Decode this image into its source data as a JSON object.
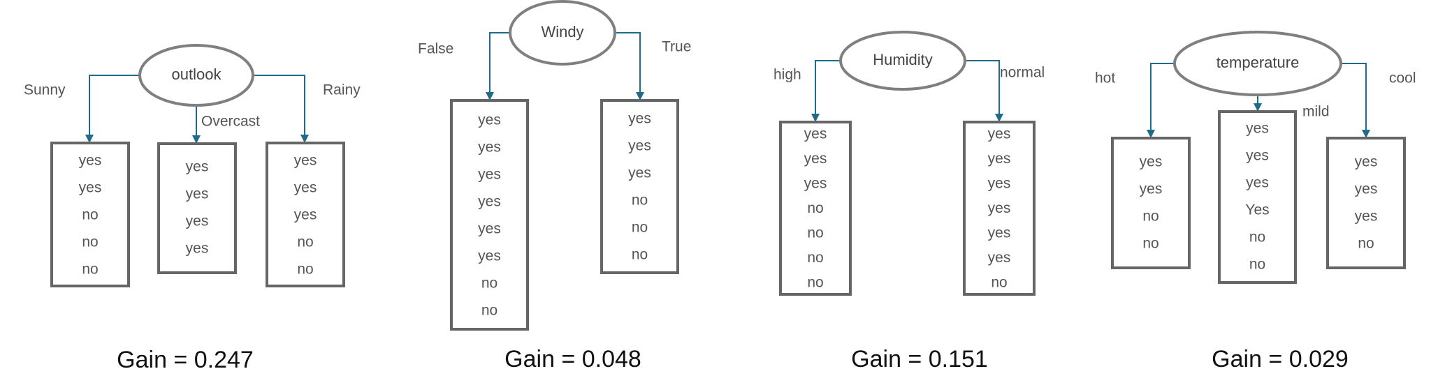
{
  "trees": [
    {
      "attribute": "outlook",
      "branches": [
        {
          "label": "Sunny",
          "leaves": [
            "yes",
            "yes",
            "no",
            "no",
            "no"
          ]
        },
        {
          "label": "Overcast",
          "leaves": [
            "yes",
            "yes",
            "yes",
            "yes"
          ]
        },
        {
          "label": "Rainy",
          "leaves": [
            "yes",
            "yes",
            "yes",
            "no",
            "no"
          ]
        }
      ],
      "gain": "Gain = 0.247"
    },
    {
      "attribute": "Windy",
      "branches": [
        {
          "label": "False",
          "leaves": [
            "yes",
            "yes",
            "yes",
            "yes",
            "yes",
            "yes",
            "no",
            "no"
          ]
        },
        {
          "label": "True",
          "leaves": [
            "yes",
            "yes",
            "yes",
            "no",
            "no",
            "no"
          ]
        }
      ],
      "gain": "Gain = 0.048"
    },
    {
      "attribute": "Humidity",
      "branches": [
        {
          "label": "high",
          "leaves": [
            "yes",
            "yes",
            "yes",
            "no",
            "no",
            "no",
            "no"
          ]
        },
        {
          "label": "normal",
          "leaves": [
            "yes",
            "yes",
            "yes",
            "yes",
            "yes",
            "yes",
            "no"
          ]
        }
      ],
      "gain": "Gain = 0.151"
    },
    {
      "attribute": "temperature",
      "branches": [
        {
          "label": "hot",
          "leaves": [
            "yes",
            "yes",
            "no",
            "no"
          ]
        },
        {
          "label": "mild",
          "leaves": [
            "yes",
            "yes",
            "yes",
            "Yes",
            "no",
            "no"
          ]
        },
        {
          "label": "cool",
          "leaves": [
            "yes",
            "yes",
            "yes",
            "no"
          ]
        }
      ],
      "gain": "Gain = 0.029"
    }
  ]
}
